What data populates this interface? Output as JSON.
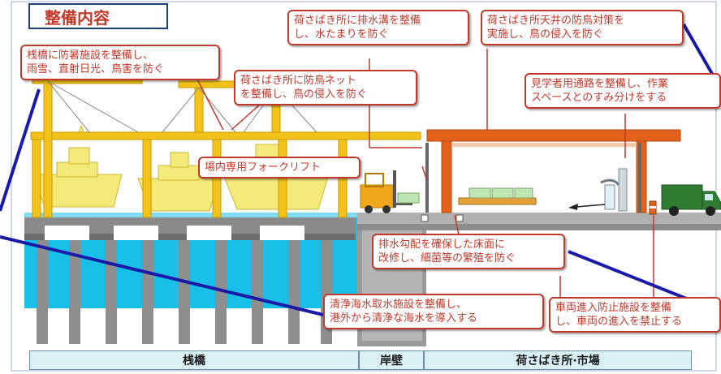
{
  "title": "整備内容",
  "callouts": {
    "pier_shelter": [
      "桟橋に防暑施設を整備し、",
      "雨雪、直射日光、鳥害を防ぐ"
    ],
    "bird_net": [
      "荷さばき所に防鳥ネット",
      "を整備し、鳥の侵入を防ぐ"
    ],
    "drainage": [
      "荷さばき所に排水溝を整備",
      "し、水たまりを防ぐ"
    ],
    "ceiling_bird": [
      "荷さばき所天井の防鳥対策を",
      "実施し、鳥の侵入を防ぐ"
    ],
    "visitor_path": [
      "見学者用通路を整備し、作業",
      "スペースとのすみ分けをする"
    ],
    "forklift": [
      "場内専用フォークリフト"
    ],
    "floor_slope": [
      "排水勾配を確保した床面に",
      "改修し、細菌等の繁殖を防ぐ"
    ],
    "seawater": [
      "清浄海水取水施設を整備し、",
      "港外から清浄な海水を導入する"
    ],
    "vehicle_block": [
      "車両進入防止施設を整備",
      "し、車両の進入を禁止する"
    ]
  },
  "bottom_labels": [
    "桟橋",
    "岸壁",
    "荷さばき所·市場"
  ],
  "colors": {
    "title_red": "#c0392b",
    "callout_border": "#c0392b",
    "pier_yellow": "#f2c21b",
    "roof_orange": "#e2621b",
    "water_cyan": "#18c0e8",
    "blue_line": "#1a1aa8",
    "truck_green": "#2e7d32"
  }
}
